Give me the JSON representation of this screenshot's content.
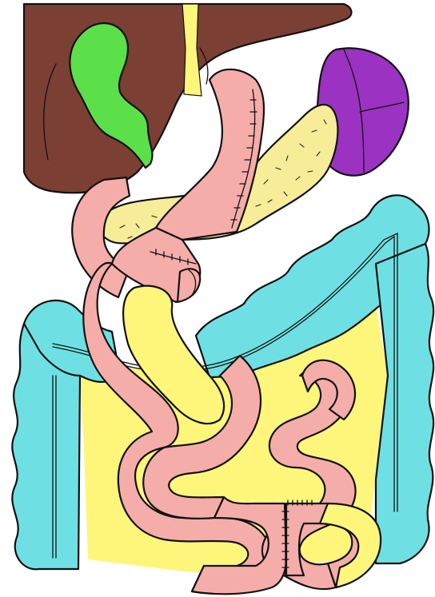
{
  "figure": {
    "labels": [],
    "colors": {
      "background": "#ffffff",
      "liver": "#7b3f33",
      "gallbladder": "#5ce04a",
      "spleen": "#9b32c2",
      "pancreas": "#f7ec98",
      "mesentery": "#fdf67a",
      "colon": "#6ee0e3",
      "small_bowel": "#f5adaa",
      "outline": "#111111"
    },
    "structures": [
      "liver",
      "gallbladder",
      "spleen",
      "pancreas",
      "stomach-limb",
      "duodenum",
      "transverse-colon",
      "ascending-colon",
      "descending-colon",
      "small-bowel-loops",
      "jejunojejunostomy-anastomosis",
      "mesentery"
    ]
  }
}
